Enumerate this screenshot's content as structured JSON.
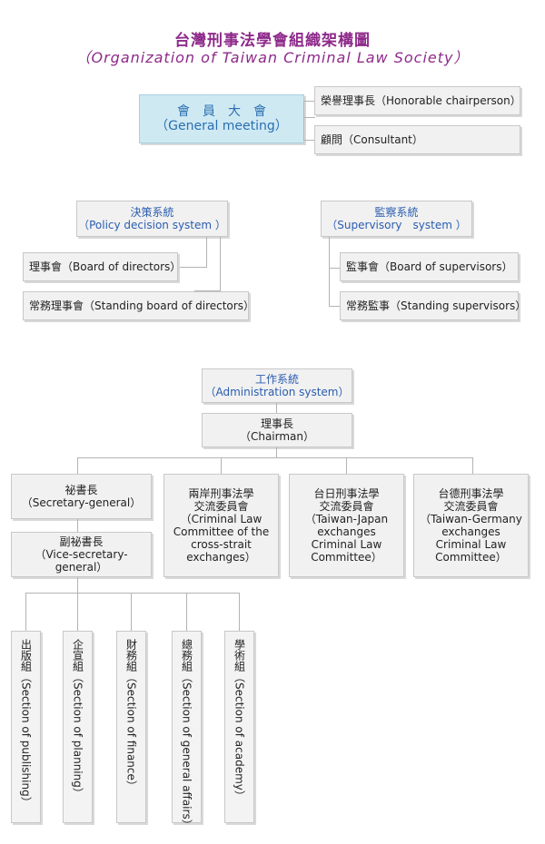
{
  "title": {
    "zh": "台灣刑事法學會組織架構圖",
    "en": "（Organization of Taiwan Criminal Law Society）"
  },
  "general_meeting": {
    "zh": "會　員　大　會",
    "en": "（General meeting）"
  },
  "honorable_chairperson": "榮譽理事長（Honorable chairperson）",
  "consultant": "顧問（Consultant）",
  "policy": {
    "zh": "決策系統",
    "en": "（Policy decision system ）",
    "board": "理事會（Board of directors）",
    "standing_board": "常務理事會（Standing board of directors）"
  },
  "supervisory": {
    "zh": "監察系統",
    "en": "（Supervisory　system ）",
    "board": "監事會（Board of supervisors）",
    "standing": "常務監事（Standing supervisors）"
  },
  "admin": {
    "zh": "工作系統",
    "en": "（Administration system）"
  },
  "chairman": {
    "zh": "理事長",
    "en": "（Chairman）"
  },
  "secretary_general": {
    "zh": "祕書長",
    "en": "（Secretary-general）"
  },
  "vice_secretary_general": {
    "zh": "副祕書長",
    "en": "（Vice-secretary-general）"
  },
  "committees": [
    {
      "zh": "兩岸刑事法學\n交流委員會",
      "en": "（Criminal Law\nCommittee of the\ncross-strait\nexchanges）"
    },
    {
      "zh": "台日刑事法學\n交流委員會",
      "en": "（Taiwan-Japan\nexchanges\nCriminal Law\nCommittee）"
    },
    {
      "zh": "台德刑事法學\n交流委員會",
      "en": "（Taiwan-Germany\nexchanges\nCriminal Law\nCommittee）"
    }
  ],
  "sections": [
    "出版組（Section of publishing）",
    "企宣組（Section of planning）",
    "財務組（Section of finance）",
    "總務組（Section of general affairs）",
    "學術組（Section of academy）"
  ]
}
